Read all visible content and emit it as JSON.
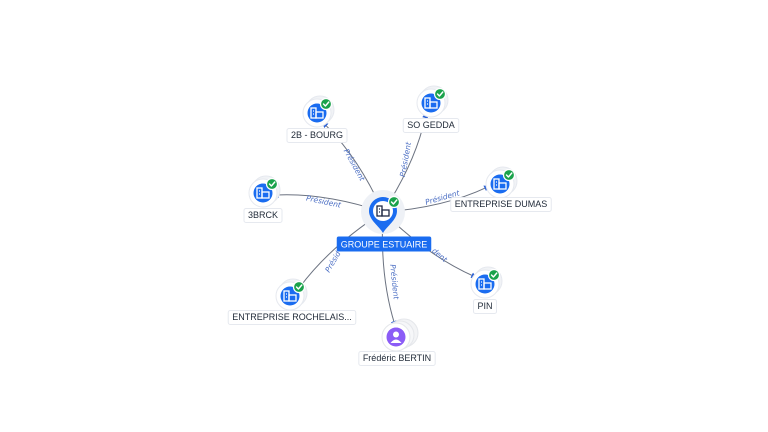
{
  "colors": {
    "company": "#1a6cf0",
    "person": "#8b5cf6",
    "badge": "#1aa24b",
    "edge_label": "#4c6fc4"
  },
  "center": {
    "name": "GROUPE ESTUAIRE",
    "icon": "building-icon",
    "verified": true
  },
  "nodes": [
    {
      "id": "2b-bourg",
      "name": "2B - BOURG",
      "kind": "company",
      "icon": "building-icon",
      "verified": true,
      "relation": "Président"
    },
    {
      "id": "so-gedda",
      "name": "SO GEDDA",
      "kind": "company",
      "icon": "building-icon",
      "verified": true,
      "relation": "Président"
    },
    {
      "id": "3brck",
      "name": "3BRCK",
      "kind": "company",
      "icon": "building-icon",
      "verified": true,
      "relation": "Président"
    },
    {
      "id": "entreprise-dumas",
      "name": "ENTREPRISE DUMAS",
      "kind": "company",
      "icon": "building-icon",
      "verified": true,
      "relation": "Président"
    },
    {
      "id": "entreprise-rochelais",
      "name": "ENTREPRISE ROCHELAIS...",
      "kind": "company",
      "icon": "building-icon",
      "verified": true,
      "relation": "Présid"
    },
    {
      "id": "pin",
      "name": "PIN",
      "kind": "company",
      "icon": "building-icon",
      "verified": true,
      "relation": "dent"
    },
    {
      "id": "frederic-bertin",
      "name": "Frédéric BERTIN",
      "kind": "person",
      "icon": "person-icon",
      "verified": false,
      "relation": "Président"
    }
  ]
}
